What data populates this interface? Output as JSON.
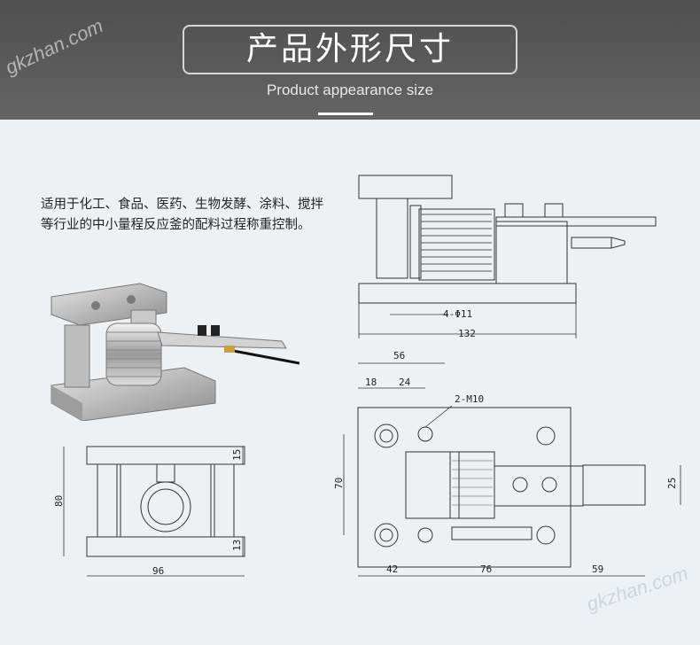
{
  "header": {
    "title": "产品外形尺寸",
    "subtitle": "Product appearance size"
  },
  "watermarks": [
    "gkzhan.com",
    "gkzhan.com"
  ],
  "description": "适用于化工、食品、医药、生物发酵、涂料、搅拌等行业的中小量程反应釜的配料过程称重控制。",
  "dimensions": {
    "side_view": {
      "hole": "4-Φ11",
      "length": "132"
    },
    "front_view": {
      "width": "96",
      "height": "80",
      "top_plate": "15",
      "bottom_plate": "13"
    },
    "top_view": {
      "overall": "56",
      "d1": "18",
      "d2": "24",
      "thread": "2-M10",
      "height": "70",
      "w1": "42",
      "w2": "76",
      "w3": "59",
      "arm": "25"
    }
  }
}
